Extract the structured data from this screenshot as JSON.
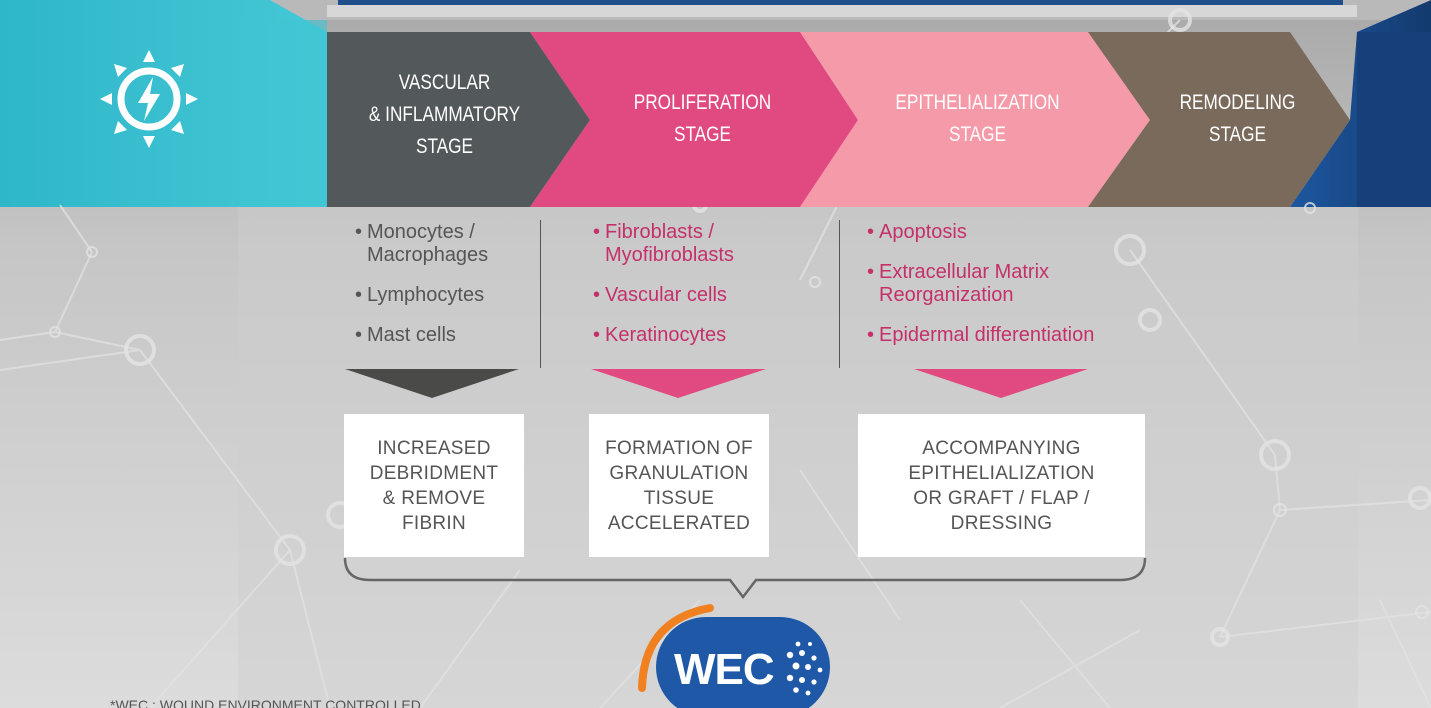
{
  "stages": [
    {
      "label": "VASCULAR\n& INFLAMMATORY\nSTAGE"
    },
    {
      "label": "PROLIFERATION\nSTAGE"
    },
    {
      "label": "EPITHELIALIZATION\nSTAGE"
    },
    {
      "label": "REMODELING\nSTAGE"
    }
  ],
  "cells": {
    "col1": [
      "Monocytes /\nMacrophages",
      "Lymphocytes",
      "Mast cells"
    ],
    "col2": [
      "Fibroblasts /\nMyofibroblasts",
      "Vascular cells",
      "Keratinocytes"
    ],
    "col3": [
      "Apoptosis",
      "Extracellular Matrix\nReorganization",
      "Epidermal differentiation"
    ]
  },
  "results": [
    "INCREASED\nDEBRIDMENT\n& REMOVE\nFIBRIN",
    "FORMATION OF\nGRANULATION\nTISSUE\nACCELERATED",
    "ACCOMPANYING\nEPITHELIALIZATION\nOR GRAFT / FLAP /\nDRESSING"
  ],
  "logo": {
    "text": "WEC"
  },
  "footnote": "*WEC : WOUND ENVIRONMENT CONTROLLED",
  "colors": {
    "cyan": "#35bfd0",
    "navy": "#1b4a8a",
    "stage1": "#53585b",
    "stage2": "#e04a80",
    "stage3": "#f59aa8",
    "stage4": "#7a6a5c",
    "pink_text": "#c5306b",
    "arrow_dark": "#4a4a48",
    "arrow_pink": "#e04a80",
    "logo_blue": "#1e58a6",
    "logo_orange": "#f08020"
  },
  "icons": {
    "stage_icon": "sun-lightning-icon"
  }
}
